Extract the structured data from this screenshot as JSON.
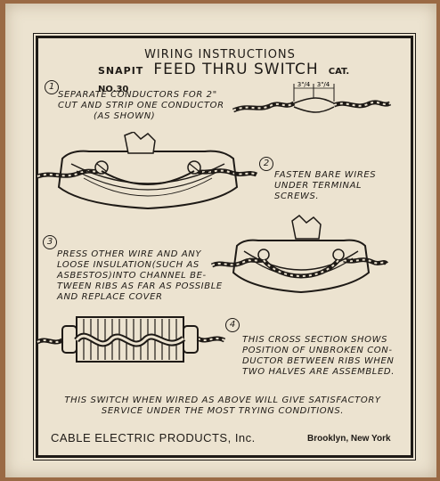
{
  "header": {
    "subtitle": "WIRING INSTRUCTIONS",
    "brand": "SNAPIT",
    "product": "FEED THRU SWITCH",
    "catalog": "CAT. NO.30"
  },
  "steps": [
    {
      "number": "1",
      "lines": [
        "SEPARATE CONDUCTORS FOR 2\"",
        "CUT AND STRIP ONE CONDUCTOR",
        "(AS SHOWN)"
      ],
      "dims": [
        "3\"/4",
        "3\"/4"
      ]
    },
    {
      "number": "2",
      "lines": [
        "FASTEN BARE WIRES",
        "UNDER TERMINAL SCREWS."
      ]
    },
    {
      "number": "3",
      "lines": [
        "PRESS OTHER WIRE AND ANY",
        "LOOSE INSULATION(SUCH AS",
        "ASBESTOS)INTO CHANNEL BE-",
        "TWEEN RIBS AS FAR AS POSSIBLE",
        "AND REPLACE COVER"
      ]
    },
    {
      "number": "4",
      "lines": [
        "THIS CROSS SECTION SHOWS",
        "POSITION OF UNBROKEN CON-",
        "DUCTOR BETWEEN RIBS WHEN",
        "TWO HALVES ARE ASSEMBLED."
      ]
    }
  ],
  "note": [
    "THIS SWITCH WHEN WIRED AS ABOVE WILL GIVE SATISFACTORY",
    "SERVICE UNDER THE MOST TRYING CONDITIONS."
  ],
  "footer": {
    "company": "CABLE ELECTRIC PRODUCTS, Inc.",
    "city": "Brooklyn, New York"
  }
}
